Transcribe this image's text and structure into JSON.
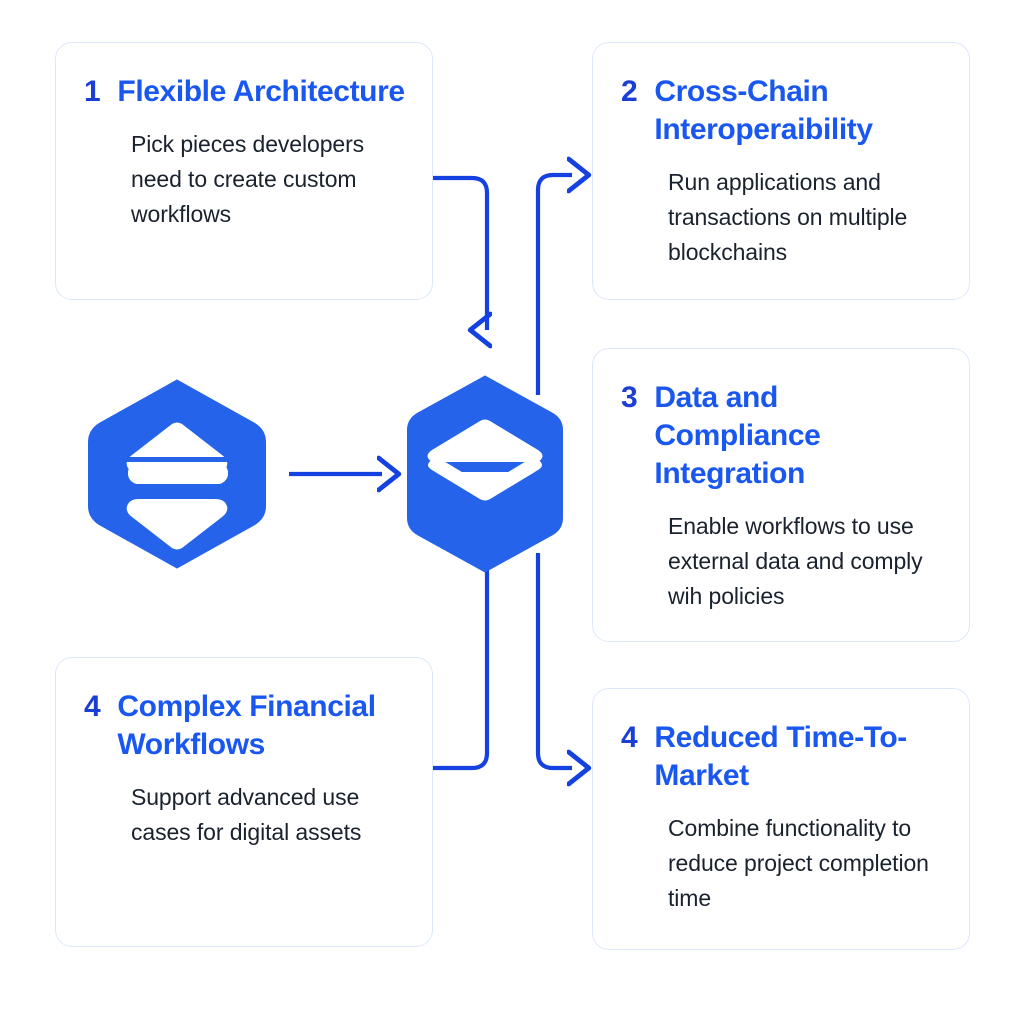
{
  "diagram": {
    "title": "Flexible architecture and capabilities flow diagram",
    "colors": {
      "accent_blue": "#1957f0",
      "number_blue": "#1b3fd4",
      "connector_blue": "#1441e0",
      "card_border": "#dce8fa",
      "body_text": "#1a222e",
      "icon_fill": "#2563eb",
      "background": "#ffffff"
    },
    "cards": [
      {
        "id": "card-1",
        "number": "1",
        "title": "Flexible Architecture",
        "body": "Pick pieces developers need to create custom workflows"
      },
      {
        "id": "card-2",
        "number": "2",
        "title": "Cross-Chain Interoperaibility",
        "body": "Run applications and transactions on multiple blockchains"
      },
      {
        "id": "card-3",
        "number": "3",
        "title": "Data and Compliance Integration",
        "body": "Enable workflows to use external data and comply wih policies"
      },
      {
        "id": "card-4",
        "number": "4",
        "title": "Complex Financial Workflows",
        "body": "Support advanced use cases for digital assets"
      },
      {
        "id": "card-5",
        "number": "4",
        "title": "Reduced Time-To-Market",
        "body": "Combine functionality to reduce project completion time"
      }
    ],
    "icons": [
      {
        "id": "source-hexagon",
        "name": "hexagon-stack-bars-icon"
      },
      {
        "id": "target-hexagon",
        "name": "hexagon-layers-icon"
      }
    ],
    "connectors": [
      {
        "id": "connector-source-to-target",
        "name": "arrow-right-source-to-target"
      },
      {
        "id": "connector-card1-to-target",
        "name": "arrow-down-card1-to-target"
      },
      {
        "id": "connector-target-to-card2",
        "name": "arrow-right-target-to-card2"
      },
      {
        "id": "connector-card4-to-target",
        "name": "arrow-up-card4-to-target"
      },
      {
        "id": "connector-target-to-card5",
        "name": "arrow-right-target-to-card5"
      }
    ]
  }
}
